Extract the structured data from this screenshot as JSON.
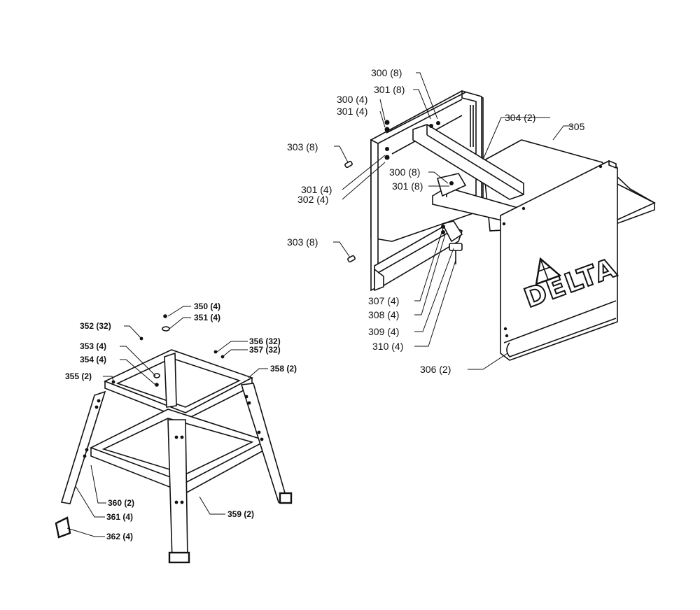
{
  "logo": {
    "text": "DELTA",
    "kind": "brand-logo"
  },
  "upper_assembly": {
    "labels": [
      {
        "id": "lbl-300-a",
        "text": "300 (8)"
      },
      {
        "id": "lbl-301-a",
        "text": "301 (8)"
      },
      {
        "id": "lbl-300-b",
        "text": "300 (4)"
      },
      {
        "id": "lbl-301-b",
        "text": "301 (4)"
      },
      {
        "id": "lbl-304",
        "text": "304 (2)"
      },
      {
        "id": "lbl-305",
        "text": "305"
      },
      {
        "id": "lbl-303-a",
        "text": "303 (8)"
      },
      {
        "id": "lbl-300-c",
        "text": "300 (8)"
      },
      {
        "id": "lbl-301-c",
        "text": "301 (8)"
      },
      {
        "id": "lbl-301-d",
        "text": "301 (4)"
      },
      {
        "id": "lbl-302",
        "text": "302 (4)"
      },
      {
        "id": "lbl-303-b",
        "text": "303 (8)"
      },
      {
        "id": "lbl-307",
        "text": "307 (4)"
      },
      {
        "id": "lbl-308",
        "text": "308 (4)"
      },
      {
        "id": "lbl-309",
        "text": "309 (4)"
      },
      {
        "id": "lbl-310",
        "text": "310 (4)"
      },
      {
        "id": "lbl-306",
        "text": "306 (2)"
      }
    ]
  },
  "stand_assembly": {
    "labels": [
      {
        "id": "lbl-350",
        "text": "350 (4)"
      },
      {
        "id": "lbl-351",
        "text": "351 (4)"
      },
      {
        "id": "lbl-352",
        "text": "352 (32)"
      },
      {
        "id": "lbl-353",
        "text": "353 (4)"
      },
      {
        "id": "lbl-354",
        "text": "354 (4)"
      },
      {
        "id": "lbl-355",
        "text": "355 (2)"
      },
      {
        "id": "lbl-356",
        "text": "356 (32)"
      },
      {
        "id": "lbl-357",
        "text": "357 (32)"
      },
      {
        "id": "lbl-358",
        "text": "358 (2)"
      },
      {
        "id": "lbl-360",
        "text": "360 (2)"
      },
      {
        "id": "lbl-361",
        "text": "361 (4)"
      },
      {
        "id": "lbl-359",
        "text": "359 (2)"
      },
      {
        "id": "lbl-362",
        "text": "362 (4)"
      }
    ]
  }
}
